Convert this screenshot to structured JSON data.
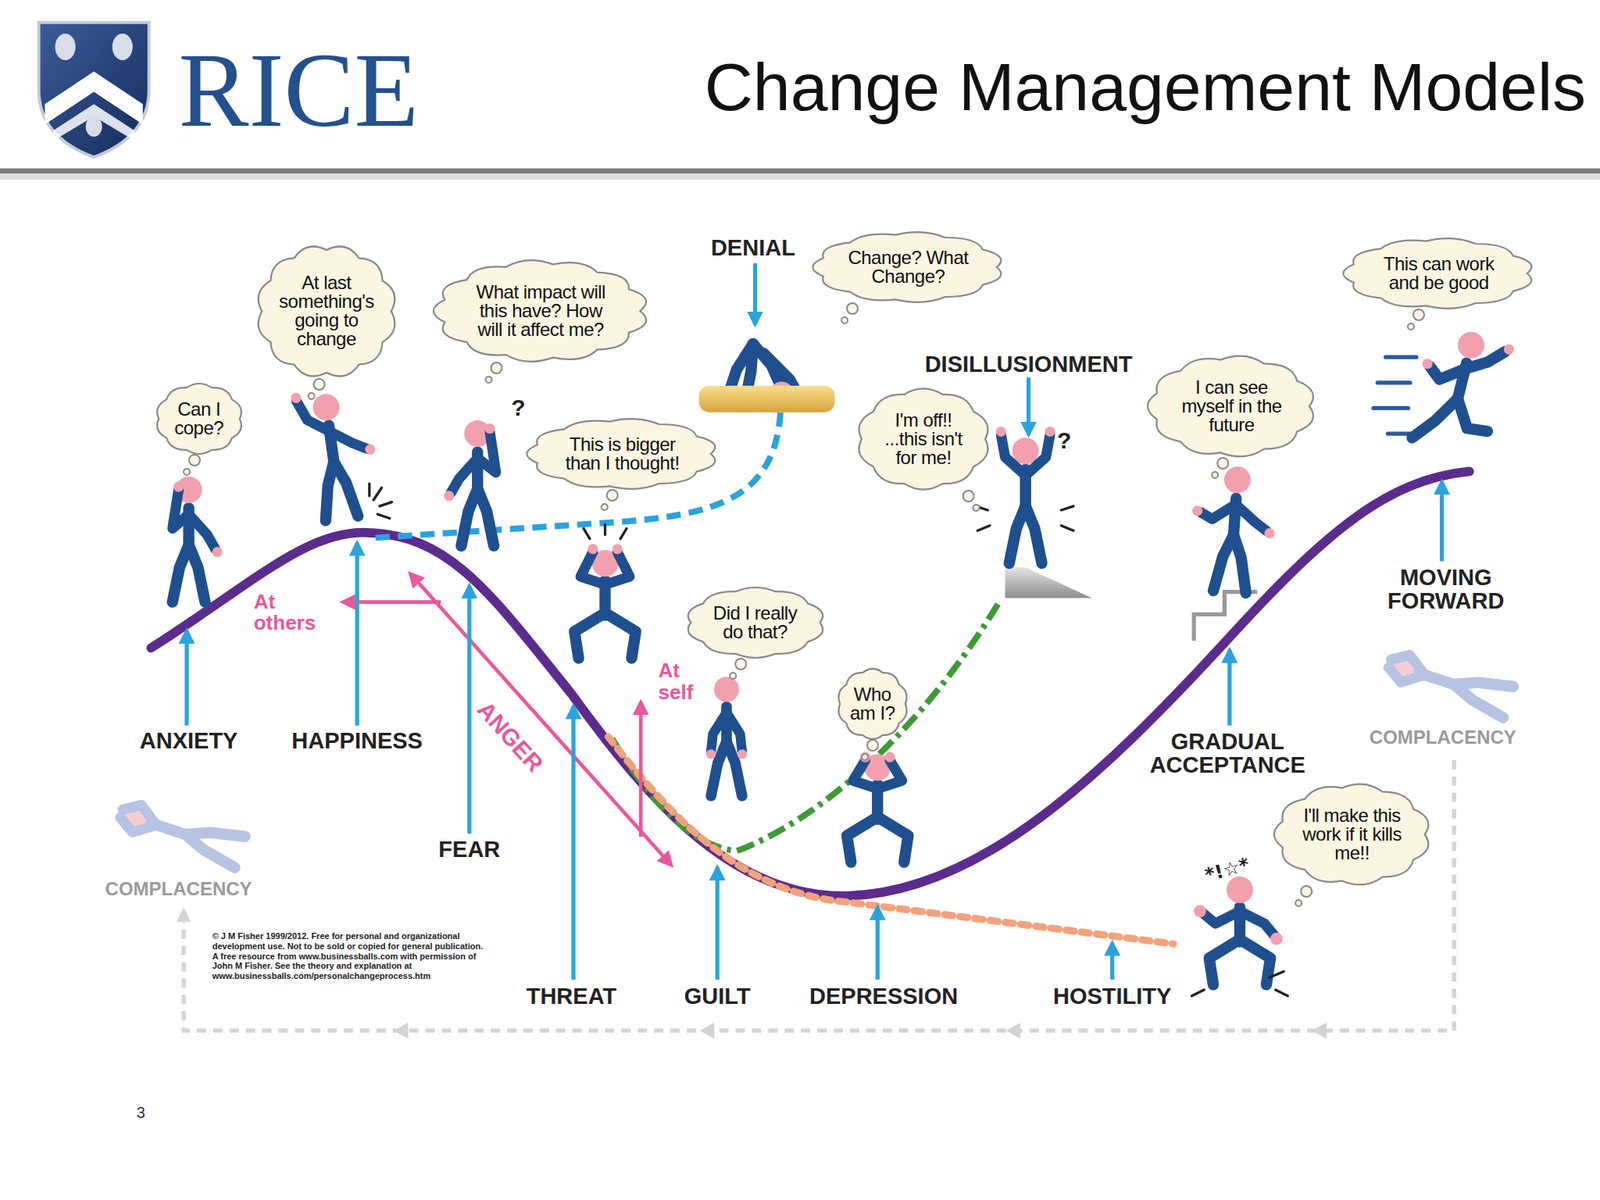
{
  "diagram": {
    "title": "Change Management Models",
    "nodes": [
      {
        "text": [
          "Can I cope?"
        ]
      },
      {
        "text": [
          "At last something's going to change"
        ]
      },
      {
        "text": [
          "What impact will this have? How will it affect me?"
        ]
      },
      {
        "text": [
          "This is bigger than I thought!"
        ]
      },
      {
        "text": [
          "Change? What Change?"
        ]
      },
      {
        "text": [
          "Did I really do that?"
        ]
      },
      {
        "text": [
          "Who am I?"
        ]
      },
      {
        "text": [
          "I'm off!! ...this isn't for me!"
        ]
      },
      {
        "text": [
          "I can see myself in the future"
        ]
      },
      {
        "text": [
          "This can work and be good"
        ]
      },
      {
        "text": [
          "I'll make this work if it kills me!!"
        ]
      }
    ],
    "labels": [
      "RICE",
      "DENIAL",
      "DISILLUSIONMENT",
      "?",
      "?",
      "At others",
      "ANGER",
      "At self",
      "ANXIETY",
      "HAPPINESS",
      "FEAR",
      "GRADUAL ACCEPTANCE",
      "MOVING FORWARD",
      "COMPLACENCY",
      "COMPLACENCY",
      "*!☆*",
      "THREAT",
      "GUILT",
      "DEPRESSION",
      "HOSTILITY",
      "© J M Fisher 1999/2012. Free for personal and organizational development use. Not to be sold or copied for general publication. A free resource from www.businessballs.com with permission of John M Fisher. See the theory and explanation at www.businessballs.com/personalchangeprocess.htm",
      "3"
    ]
  }
}
